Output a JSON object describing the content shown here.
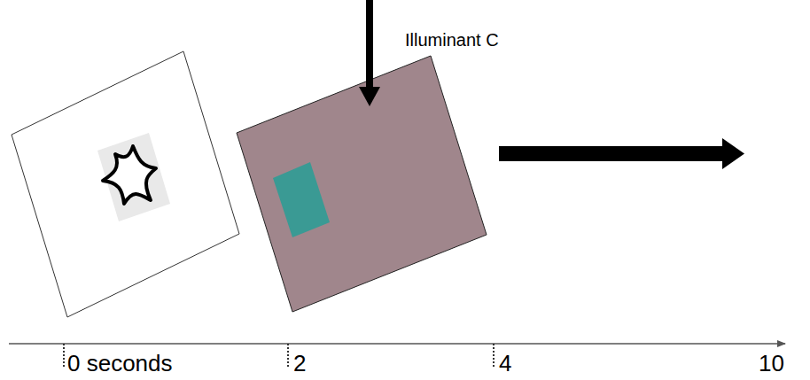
{
  "diagram": {
    "labels": [
      "Illuminant C",
      "0 seconds",
      "2",
      "4",
      "10"
    ]
  }
}
